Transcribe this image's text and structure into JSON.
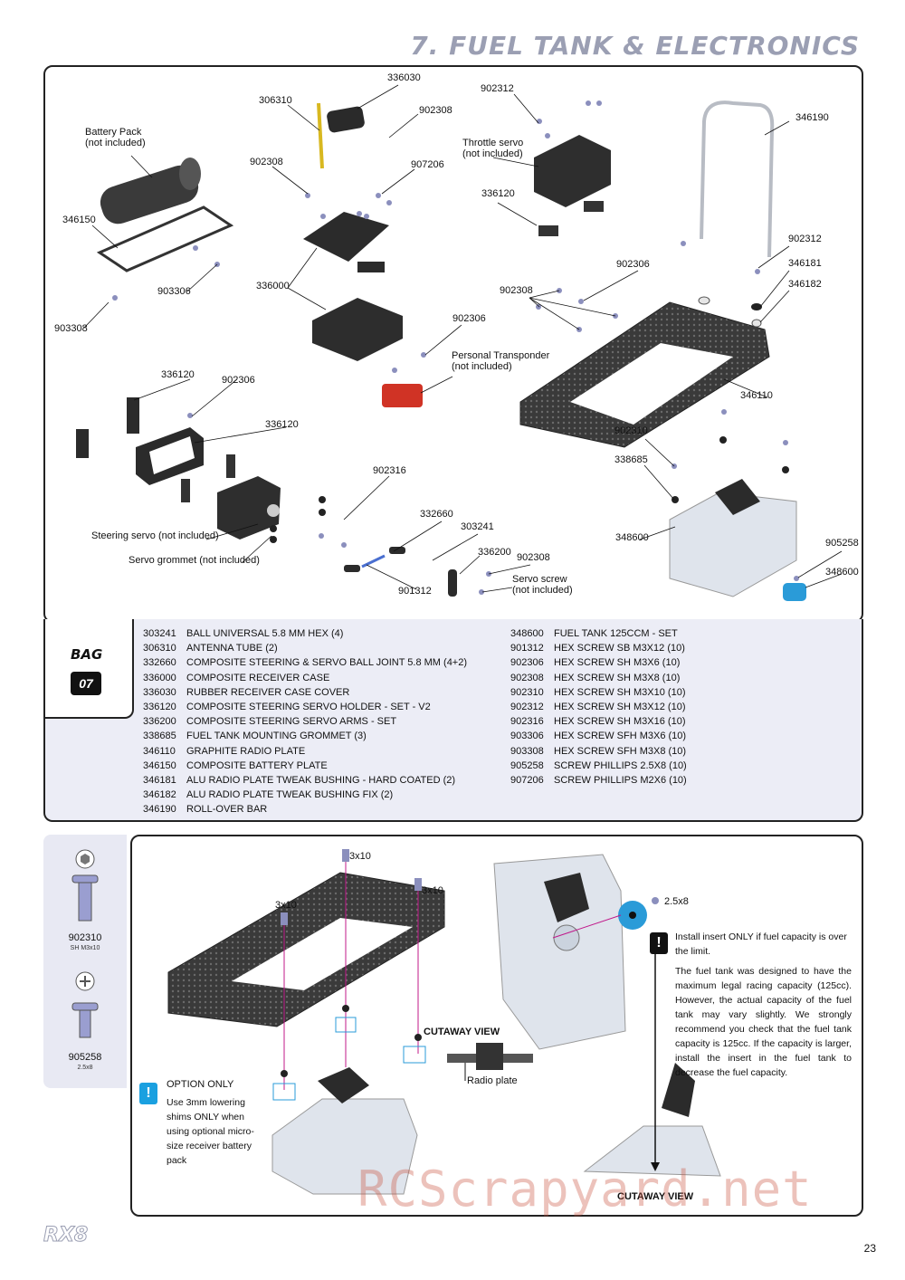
{
  "header": {
    "title": "7. FUEL TANK & ELECTRONICS"
  },
  "diagram_labels": {
    "l_336030": "336030",
    "l_306310": "306310",
    "l_902308a": "902308",
    "l_battery": "Battery Pack\n(not included)",
    "l_902308b": "902308",
    "l_907206": "907206",
    "l_346150": "346150",
    "l_903306": "903306",
    "l_336000": "336000",
    "l_903308": "903308",
    "l_902312a": "902312",
    "l_throttle": "Throttle servo\n(not included)",
    "l_336120a": "336120",
    "l_346190": "346190",
    "l_902312b": "902312",
    "l_346181": "346181",
    "l_346182": "346182",
    "l_902306a": "902306",
    "l_902308c": "902308",
    "l_902306b": "902306",
    "l_transponder": "Personal Transponder\n(not included)",
    "l_346110": "346110",
    "l_336120b": "336120",
    "l_902306c": "902306",
    "l_336120c": "336120",
    "l_902310": "902310",
    "l_338685": "338685",
    "l_902316": "902316",
    "l_steering": "Steering servo (not included)",
    "l_332660": "332660",
    "l_303241": "303241",
    "l_336200": "336200",
    "l_902308d": "902308",
    "l_grommet": "Servo grommet (not included)",
    "l_901312": "901312",
    "l_servoscrew": "Servo screw\n(not included)",
    "l_348600a": "348600",
    "l_905258": "905258",
    "l_348600b": "348600"
  },
  "bag": {
    "label": "BAG",
    "number": "07"
  },
  "parts_left": [
    {
      "code": "303241",
      "desc": "BALL UNIVERSAL 5.8 MM HEX (4)"
    },
    {
      "code": "306310",
      "desc": "ANTENNA TUBE (2)"
    },
    {
      "code": "332660",
      "desc": "COMPOSITE STEERING & SERVO BALL JOINT 5.8 MM (4+2)"
    },
    {
      "code": "336000",
      "desc": "COMPOSITE RECEIVER CASE"
    },
    {
      "code": "336030",
      "desc": "RUBBER RECEIVER CASE COVER"
    },
    {
      "code": "336120",
      "desc": "COMPOSITE STEERING SERVO HOLDER - SET - V2"
    },
    {
      "code": "336200",
      "desc": "COMPOSITE STEERING SERVO ARMS - SET"
    },
    {
      "code": "338685",
      "desc": "FUEL TANK MOUNTING GROMMET (3)"
    },
    {
      "code": "346110",
      "desc": "GRAPHITE RADIO PLATE"
    },
    {
      "code": "346150",
      "desc": "COMPOSITE BATTERY PLATE"
    },
    {
      "code": "346181",
      "desc": "ALU RADIO PLATE TWEAK BUSHING - HARD COATED (2)"
    },
    {
      "code": "346182",
      "desc": "ALU RADIO PLATE TWEAK BUSHING FIX (2)"
    },
    {
      "code": "346190",
      "desc": "ROLL-OVER BAR"
    }
  ],
  "parts_right": [
    {
      "code": "348600",
      "desc": "FUEL TANK 125CCM - SET"
    },
    {
      "code": "",
      "desc": ""
    },
    {
      "code": "901312",
      "desc": "HEX SCREW SB M3x12 (10)"
    },
    {
      "code": "902306",
      "desc": "HEX SCREW SH M3x6 (10)"
    },
    {
      "code": "902308",
      "desc": "HEX SCREW SH M3x8 (10)"
    },
    {
      "code": "902310",
      "desc": "HEX SCREW SH M3x10 (10)"
    },
    {
      "code": "902312",
      "desc": "HEX SCREW SH M3x12 (10)"
    },
    {
      "code": "902316",
      "desc": "HEX SCREW SH M3x16 (10)"
    },
    {
      "code": "903306",
      "desc": "HEX SCREW SFH M3x6 (10)"
    },
    {
      "code": "903308",
      "desc": "HEX SCREW SFH M3x8 (10)"
    },
    {
      "code": "905258",
      "desc": "SCREW PHILLIPS 2.5x8 (10)"
    },
    {
      "code": "907206",
      "desc": "SCREW PHILLIPS M2x6 (10)"
    }
  ],
  "hardware": [
    {
      "code": "902310",
      "size": "SH M3x10"
    },
    {
      "code": "905258",
      "size": "2.5x8"
    }
  ],
  "detail": {
    "screw_a": "3x10",
    "screw_b": "3x10",
    "screw_c": "3x10",
    "screw_d": "2.5x8",
    "cutaway_top": "CUTAWAY VIEW",
    "radio_plate": "Radio plate",
    "cutaway_bottom": "CUTAWAY VIEW",
    "option_title": "OPTION ONLY",
    "option_text": "Use 3mm lowering shims ONLY when using optional micro-size receiver battery pack",
    "insert_title": "Install insert ONLY if fuel capacity is over the limit.",
    "insert_text": "The fuel tank was designed to have the maximum legal racing capacity (125cc). However, the actual capacity of the fuel tank may vary slightly. We strongly recommend you check that the fuel tank capacity is 125cc. If the capacity is larger, install the insert in the fuel tank to decrease the fuel capacity."
  },
  "footer": {
    "logo": "RX8",
    "page": "23",
    "watermark": "RCScrapyard.net"
  }
}
